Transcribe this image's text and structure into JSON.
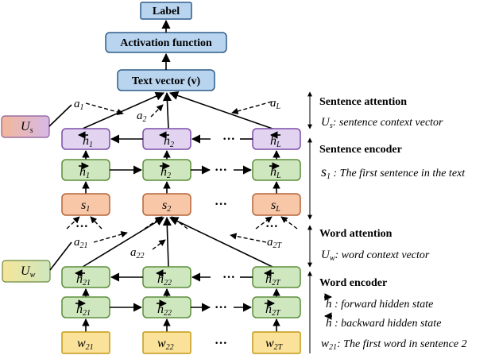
{
  "top": {
    "label": "Label",
    "activation": "Activation function",
    "text_vector": "Text vector (v)"
  },
  "context_vectors": {
    "sentence": {
      "symbol": "U",
      "sub": "s"
    },
    "word": {
      "symbol": "U",
      "sub": "w"
    }
  },
  "sentence_attention_weights": [
    {
      "symbol": "a",
      "sub": "1"
    },
    {
      "symbol": "a",
      "sub": "2"
    },
    {
      "symbol": "a",
      "sub": "L"
    }
  ],
  "sentence_backward_nodes": [
    {
      "symbol": "h",
      "sub": "1"
    },
    {
      "symbol": "h",
      "sub": "2"
    },
    {
      "symbol": "h",
      "sub": "L"
    }
  ],
  "sentence_forward_nodes": [
    {
      "symbol": "h",
      "sub": "1"
    },
    {
      "symbol": "h",
      "sub": "2"
    },
    {
      "symbol": "h",
      "sub": "L"
    }
  ],
  "sentence_nodes": [
    {
      "symbol": "s",
      "sub": "1"
    },
    {
      "symbol": "s",
      "sub": "2"
    },
    {
      "symbol": "s",
      "sub": "L"
    }
  ],
  "word_attention_weights": [
    {
      "symbol": "a",
      "sub": "21"
    },
    {
      "symbol": "a",
      "sub": "22"
    },
    {
      "symbol": "a",
      "sub": "2T"
    }
  ],
  "word_backward_nodes": [
    {
      "symbol": "h",
      "sub": "21"
    },
    {
      "symbol": "h",
      "sub": "22"
    },
    {
      "symbol": "h",
      "sub": "2T"
    }
  ],
  "word_forward_nodes": [
    {
      "symbol": "h",
      "sub": "21"
    },
    {
      "symbol": "h",
      "sub": "22"
    },
    {
      "symbol": "h",
      "sub": "2T"
    }
  ],
  "word_nodes": [
    {
      "symbol": "w",
      "sub": "21"
    },
    {
      "symbol": "w",
      "sub": "22"
    },
    {
      "symbol": "w",
      "sub": "2T"
    }
  ],
  "ellipsis": "···",
  "legend": {
    "sentence_attention": {
      "title": "Sentence attention",
      "symbol": "U",
      "sub": "s",
      "text": ": sentence context vector"
    },
    "sentence_encoder": {
      "title": "Sentence encoder",
      "symbol": "s",
      "sub": "1",
      "text": " : The first sentence in the text"
    },
    "word_attention": {
      "title": "Word attention",
      "symbol": "U",
      "sub": "w",
      "text": ": word context vector"
    },
    "word_encoder": {
      "title": "Word encoder",
      "forward_symbol": "h",
      "forward_text": " : forward hidden state",
      "backward_symbol": "h",
      "backward_text": " : backward hidden state",
      "word_symbol": "w",
      "word_sub": "21",
      "word_text": ": The first word in sentence 2"
    }
  },
  "colors": {
    "top_box": "#b9d4ee",
    "hidden_box": "#cfe7be",
    "sentence_box": "#f7c7a8",
    "word_box": "#fbe29a",
    "backward_sentence_box": "#e2d4f0"
  }
}
